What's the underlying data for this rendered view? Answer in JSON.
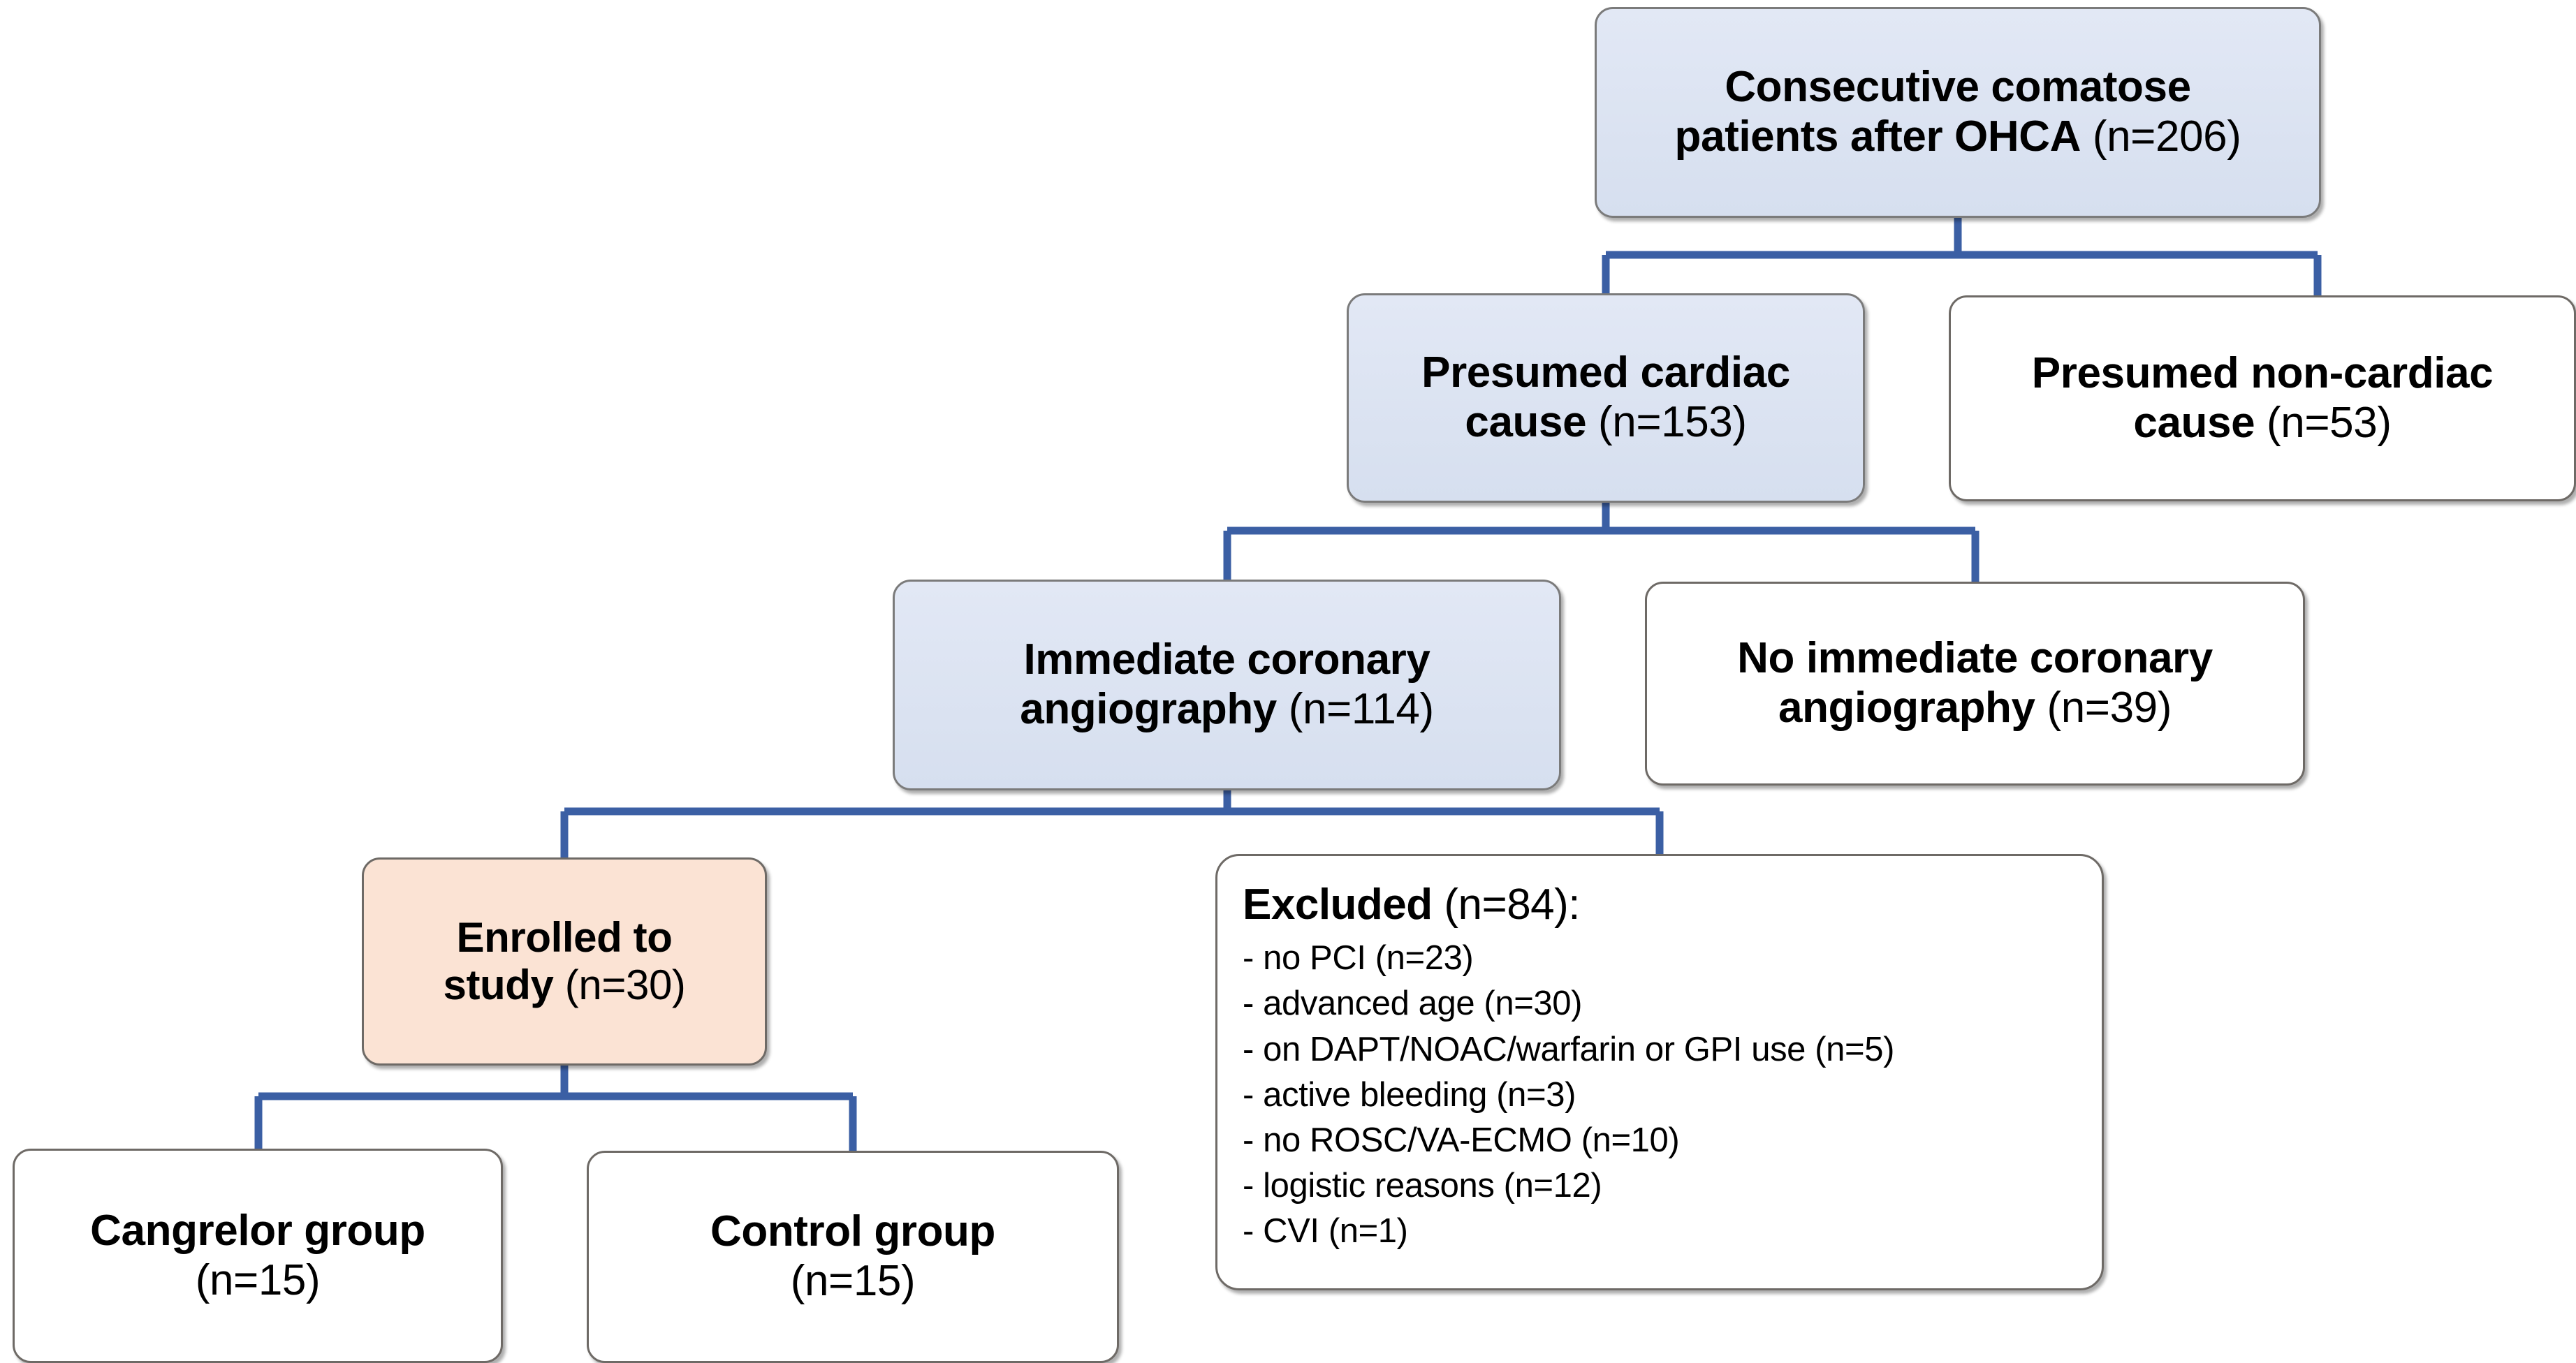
{
  "diagram": {
    "title": "CONSORT-style patient enrollment flow diagram",
    "colors": {
      "node_fill_blue": "#dce3f0",
      "node_fill_peach": "#fbe3d4",
      "node_fill_white": "#ffffff",
      "node_border": "#6e6a66",
      "connector_line": "#3b5fa4",
      "text": "#000000",
      "background": "#ffffff"
    },
    "nodes": {
      "root": {
        "line1": "Consecutive comatose",
        "line2_bold": "patients after OHCA",
        "line2_count": " (n=206)",
        "n": 206
      },
      "cardiac": {
        "line1": "Presumed cardiac",
        "line2_bold": "cause",
        "line2_count": " (n=153)",
        "n": 153
      },
      "noncardiac": {
        "line1": "Presumed non-cardiac",
        "line2_bold": "cause",
        "line2_count": " (n=53)",
        "n": 53
      },
      "immediate_ica": {
        "line1": "Immediate coronary",
        "line2_bold": "angiography",
        "line2_count": " (n=114)",
        "n": 114
      },
      "no_immediate_ica": {
        "line1": "No immediate coronary",
        "line2_bold": "angiography",
        "line2_count": " (n=39)",
        "n": 39
      },
      "enrolled": {
        "line1": "Enrolled to",
        "line2_bold": "study",
        "line2_count": " (n=30)",
        "n": 30
      },
      "excluded": {
        "title_bold": "Excluded",
        "title_count": " (n=84):",
        "n": 84,
        "reasons": [
          "- no PCI (n=23)",
          "- advanced age (n=30)",
          "- on DAPT/NOAC/warfarin or GPI use (n=5)",
          "- active bleeding (n=3)",
          "- no ROSC/VA-ECMO (n=10)",
          "- logistic reasons (n=12)",
          "- CVI (n=1)"
        ]
      },
      "cangrelor": {
        "line1": "Cangrelor group",
        "line2_count": "(n=15)",
        "n": 15
      },
      "control": {
        "line1": "Control group",
        "line2_count": "(n=15)",
        "n": 15
      }
    }
  }
}
